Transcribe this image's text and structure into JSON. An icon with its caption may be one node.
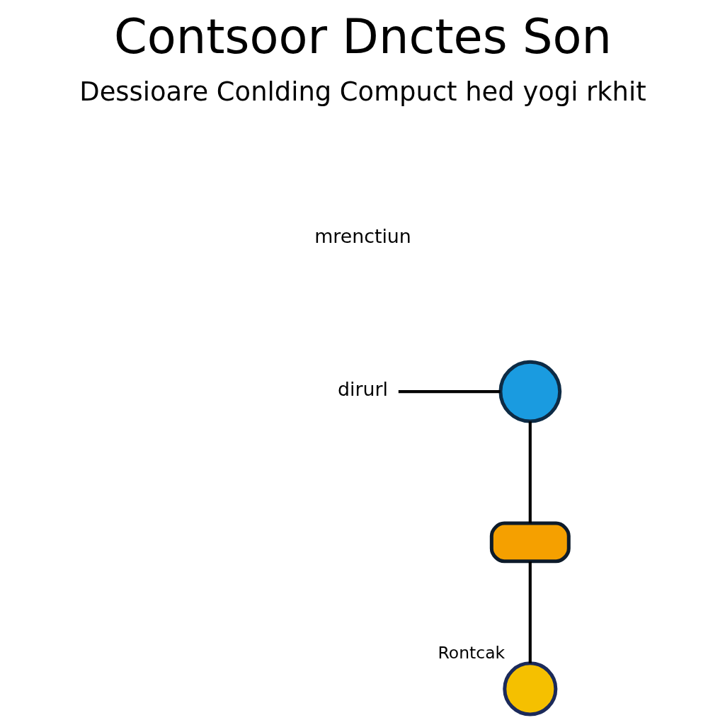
{
  "diagram": {
    "title": "Contsoor Dnctes Son",
    "nodes": [
      {
        "text": [
          "dirurl"
        ]
      },
      {
        "text": [],
        "shape": "circle"
      },
      {
        "text": [],
        "shape": "box"
      },
      {
        "text": [],
        "shape": "circle",
        "beside": [
          "Rontcak"
        ]
      }
    ],
    "edges": [
      {
        "from": 0,
        "to": 1,
        "arrow": "none"
      },
      {
        "from": 1,
        "to": 2,
        "arrow": "none"
      },
      {
        "from": 2,
        "to": 3,
        "arrow": "none"
      }
    ],
    "labels": [
      "Dessioare Conlding Compuct hed yogi rkhit",
      "mrenctiun"
    ]
  }
}
